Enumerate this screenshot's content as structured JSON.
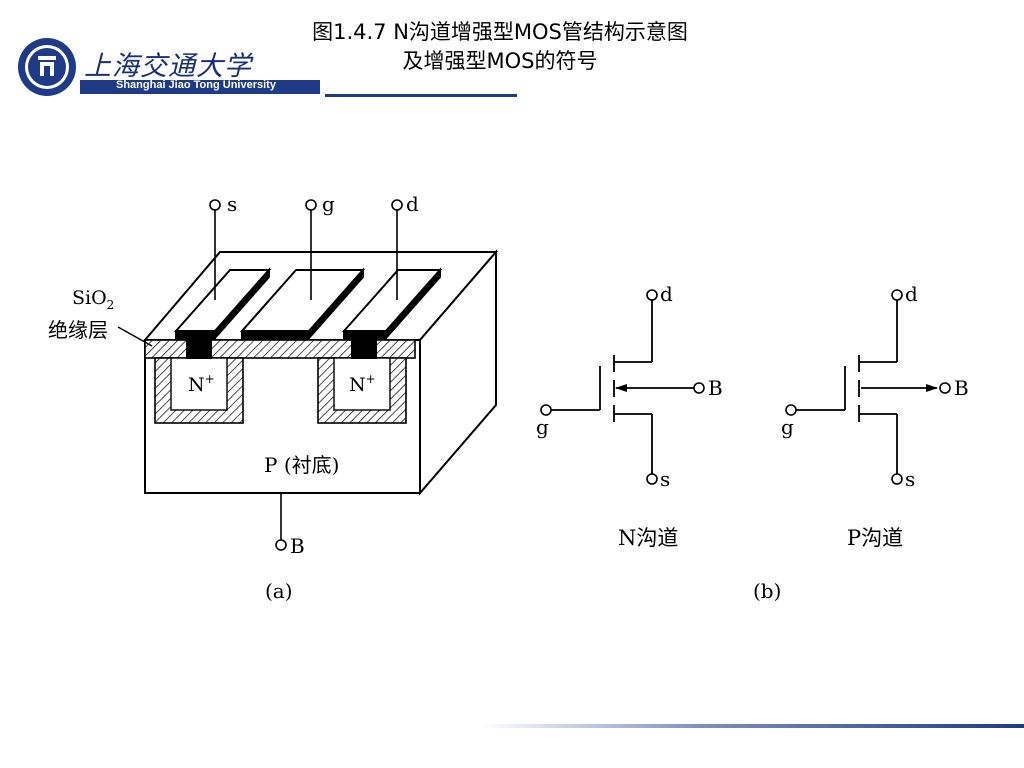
{
  "title": {
    "line1": "图1.4.7   N沟道增强型MOS管结构示意图",
    "line2": "及增强型MOS的符号"
  },
  "logo": {
    "name_cn": "上海交通大学",
    "name_en": "Shanghai Jiao Tong University",
    "brand_color": "#1f3a86"
  },
  "diagram_a": {
    "terminals": {
      "s": "s",
      "g": "g",
      "d": "d",
      "b": "B"
    },
    "sio2_label_main": "SiO",
    "sio2_label_sub": "2",
    "insulator_label": "绝缘层",
    "n_region_main": "N",
    "n_region_sup": "+",
    "substrate_label": "P (衬底)",
    "caption": "(a)"
  },
  "diagram_b": {
    "n_channel": {
      "d": "d",
      "g": "g",
      "s": "s",
      "b": "B",
      "caption": "N沟道"
    },
    "p_channel": {
      "d": "d",
      "g": "g",
      "s": "s",
      "b": "B",
      "caption": "P沟道"
    },
    "caption": "(b)"
  }
}
